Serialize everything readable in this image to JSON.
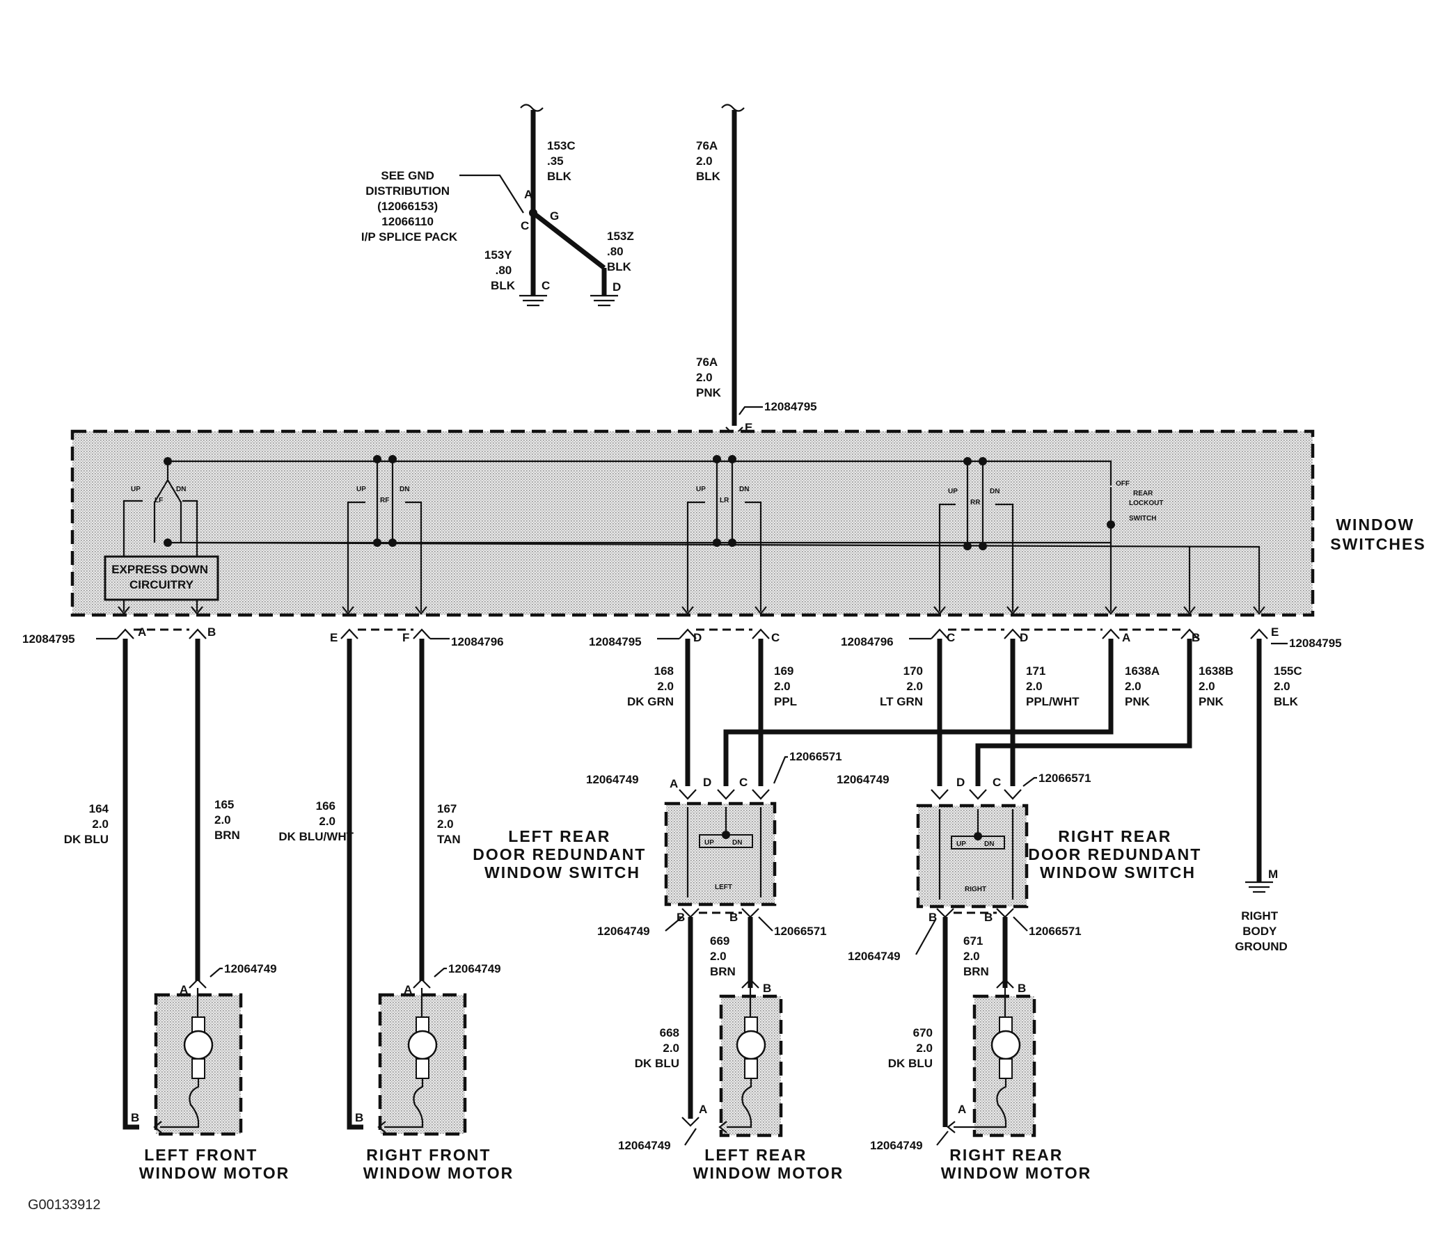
{
  "ground_splice": {
    "note_lines": [
      "SEE GND",
      "DISTRIBUTION",
      "(12066153)",
      "12066110",
      "I/P SPLICE PACK"
    ],
    "wire_153c": [
      "153C",
      ".35",
      "BLK"
    ],
    "wire_153y": [
      "153Y",
      ".80",
      "BLK"
    ],
    "wire_153z": [
      "153Z",
      ".80",
      "BLK"
    ],
    "pin_a": "A",
    "pin_g": "G",
    "pin_c": "C",
    "pin_c2": "C",
    "pin_d": "D"
  },
  "power_feed": {
    "top": [
      "76A",
      "2.0",
      "BLK"
    ],
    "lower": [
      "76A",
      "2.0",
      "PNK"
    ],
    "connector": "12084795",
    "pin": "E"
  },
  "window_switches": {
    "title": [
      "WINDOW",
      "SWITCHES"
    ],
    "express_down": [
      "EXPRESS DOWN",
      "CIRCUITRY"
    ],
    "up": "UP",
    "dn": "DN",
    "lf": "LF",
    "rf": "RF",
    "lr": "LR",
    "rr": "RR",
    "lockout": [
      "OFF",
      "REAR",
      "LOCKOUT",
      "SWITCH"
    ]
  },
  "connectors": {
    "left": "12084795",
    "right": "12084796",
    "lr": "12084795",
    "rr": "12084796",
    "ground": "12084795"
  },
  "pins": {
    "a": "A",
    "b": "B",
    "e": "E",
    "f": "F",
    "d": "D",
    "c": "C",
    "g": "E"
  },
  "wires": {
    "w164": [
      "164",
      "2.0",
      "DK BLU"
    ],
    "w165": [
      "165",
      "2.0",
      "BRN"
    ],
    "w166": [
      "166",
      "2.0",
      "DK BLU/WHT"
    ],
    "w167": [
      "167",
      "2.0",
      "TAN"
    ],
    "w168": [
      "168",
      "2.0",
      "DK GRN"
    ],
    "w169": [
      "169",
      "2.0",
      "PPL"
    ],
    "w170": [
      "170",
      "2.0",
      "LT GRN"
    ],
    "w171": [
      "171",
      "2.0",
      "PPL/WHT"
    ],
    "w1638a": [
      "1638A",
      "2.0",
      "PNK"
    ],
    "w1638b": [
      "1638B",
      "2.0",
      "PNK"
    ],
    "w155c": [
      "155C",
      "2.0",
      "BLK"
    ],
    "w668": [
      "668",
      "2.0",
      "DK BLU"
    ],
    "w669": [
      "669",
      "2.0",
      "BRN"
    ],
    "w670": [
      "670",
      "2.0",
      "DK BLU"
    ],
    "w671": [
      "671",
      "2.0",
      "BRN"
    ]
  },
  "door_switches": {
    "left_title": [
      "LEFT REAR",
      "DOOR REDUNDANT",
      "WINDOW SWITCH"
    ],
    "right_title": [
      "RIGHT REAR",
      "DOOR REDUNDANT",
      "WINDOW SWITCH"
    ],
    "left_inner": "LEFT",
    "right_inner": "RIGHT",
    "conn_a": "12064749",
    "conn_b": "12066571",
    "up": "UP",
    "dn": "DN"
  },
  "motors": {
    "lf": [
      "LEFT FRONT",
      "WINDOW MOTOR"
    ],
    "rf": [
      "RIGHT FRONT",
      "WINDOW MOTOR"
    ],
    "lr": [
      "LEFT REAR",
      "WINDOW MOTOR"
    ],
    "rr": [
      "RIGHT REAR",
      "WINDOW MOTOR"
    ],
    "conn": "12064749"
  },
  "ground": [
    "RIGHT",
    "BODY",
    "GROUND"
  ],
  "ground_pin": "M",
  "figure_id": "G00133912"
}
